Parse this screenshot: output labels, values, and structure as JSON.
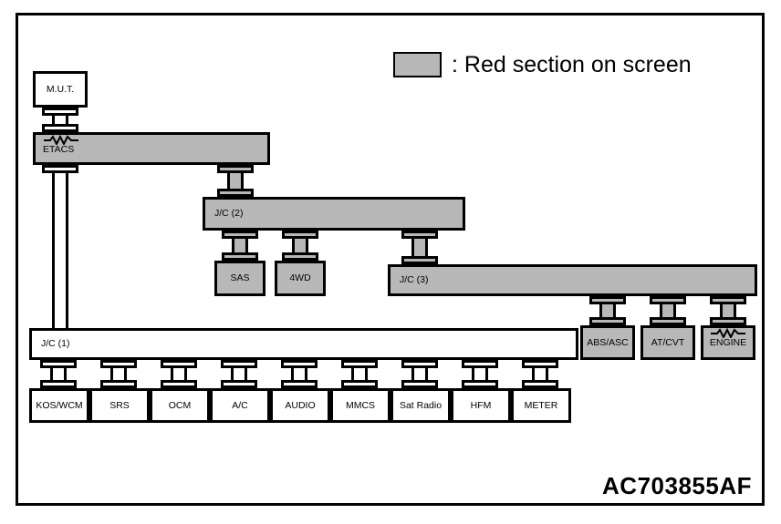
{
  "figure": {
    "id_label": "AC703855AF"
  },
  "legend": {
    "swatch_color": "#b8b8b8",
    "text": ": Red section on screen"
  },
  "colors": {
    "highlight_gray": "#b8b8b8",
    "plain_white": "#ffffff",
    "line_black": "#000000"
  },
  "nodes": {
    "mut": {
      "label": "M.U.T.",
      "fill": "white"
    },
    "etacs": {
      "label": "ETACS",
      "fill": "gray",
      "has_resistor": true
    },
    "jc2": {
      "label": "J/C (2)",
      "fill": "gray"
    },
    "sas": {
      "label": "SAS",
      "fill": "gray"
    },
    "fourwd": {
      "label": "4WD",
      "fill": "gray"
    },
    "jc3": {
      "label": "J/C (3)",
      "fill": "gray"
    },
    "absasc": {
      "label": "ABS/ASC",
      "fill": "gray"
    },
    "atcvt": {
      "label": "AT/CVT",
      "fill": "gray"
    },
    "engine": {
      "label": "ENGINE",
      "fill": "gray",
      "has_resistor": true
    },
    "jc1": {
      "label": "J/C (1)",
      "fill": "white"
    }
  },
  "bottom_modules": [
    {
      "label": "KOS/WCM"
    },
    {
      "label": "SRS"
    },
    {
      "label": "OCM"
    },
    {
      "label": "A/C"
    },
    {
      "label": "AUDIO"
    },
    {
      "label": "MMCS"
    },
    {
      "label": "Sat Radio"
    },
    {
      "label": "HFM"
    },
    {
      "label": "METER"
    }
  ]
}
